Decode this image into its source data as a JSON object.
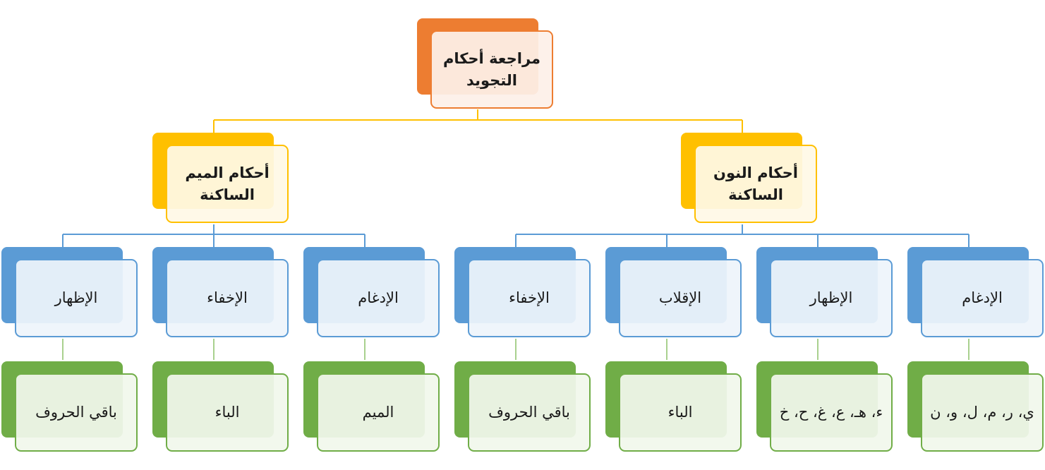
{
  "colors": {
    "root_accent": "#ED7D31",
    "category_accent": "#FFC000",
    "rule_accent": "#5B9BD5",
    "letters_accent": "#70AD47",
    "connector_root": "#FFC000",
    "connector_rule": "#5B9BD5",
    "connector_letters": "#A9D18E"
  },
  "root": {
    "title": "مراجعة أحكام التجويد"
  },
  "categories": [
    {
      "title": "أحكام النون الساكنة"
    },
    {
      "title": "أحكام الميم الساكنة"
    }
  ],
  "noon_rules": [
    {
      "rule": "الإدغام",
      "letters": "ي، ر، م، ل، و، ن"
    },
    {
      "rule": "الإظهار",
      "letters": "ء، هـ، ع، غ، ح، خ"
    },
    {
      "rule": "الإقلاب",
      "letters": "الباء"
    },
    {
      "rule": "الإخفاء",
      "letters": "باقي الحروف"
    }
  ],
  "meem_rules": [
    {
      "rule": "الإدغام",
      "letters": "الميم"
    },
    {
      "rule": "الإخفاء",
      "letters": "الباء"
    },
    {
      "rule": "الإظهار",
      "letters": "باقي الحروف"
    }
  ]
}
